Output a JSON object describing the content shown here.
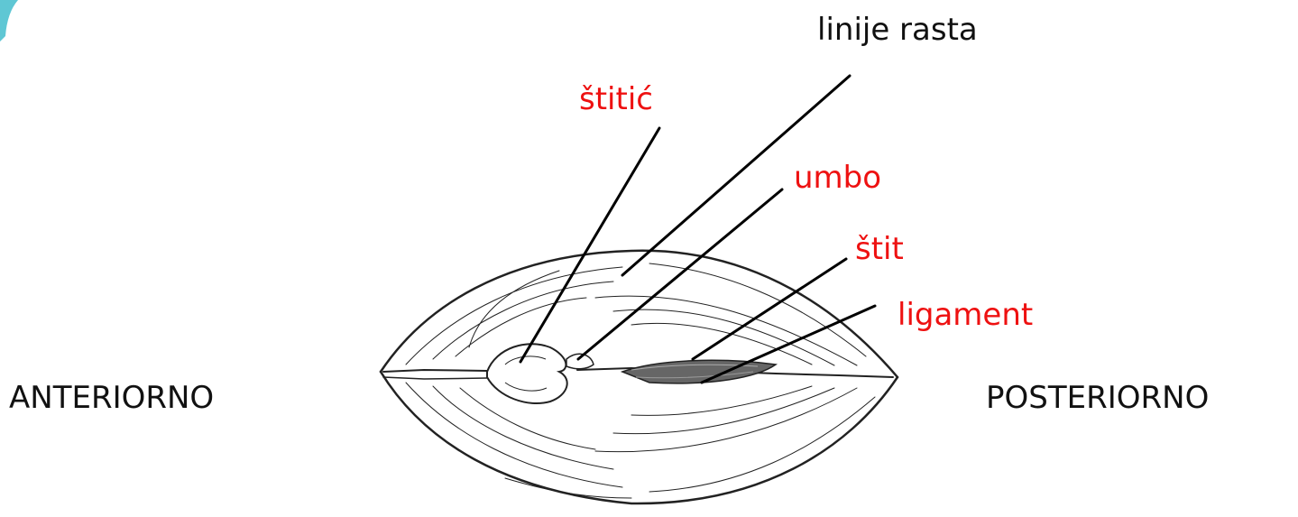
{
  "labels": {
    "linije_rasta": "linije rasta",
    "stitic": "štitić",
    "umbo": "umbo",
    "stit": "štit",
    "ligament": "ligament",
    "anteriorno": "ANTERIORNO",
    "posteriorno": "POSTERIORNO"
  },
  "colors": {
    "structure_label": "#ee1111",
    "plain_label": "#111111",
    "leader_line": "#000000",
    "slide_accent": "#5fc7d4"
  }
}
